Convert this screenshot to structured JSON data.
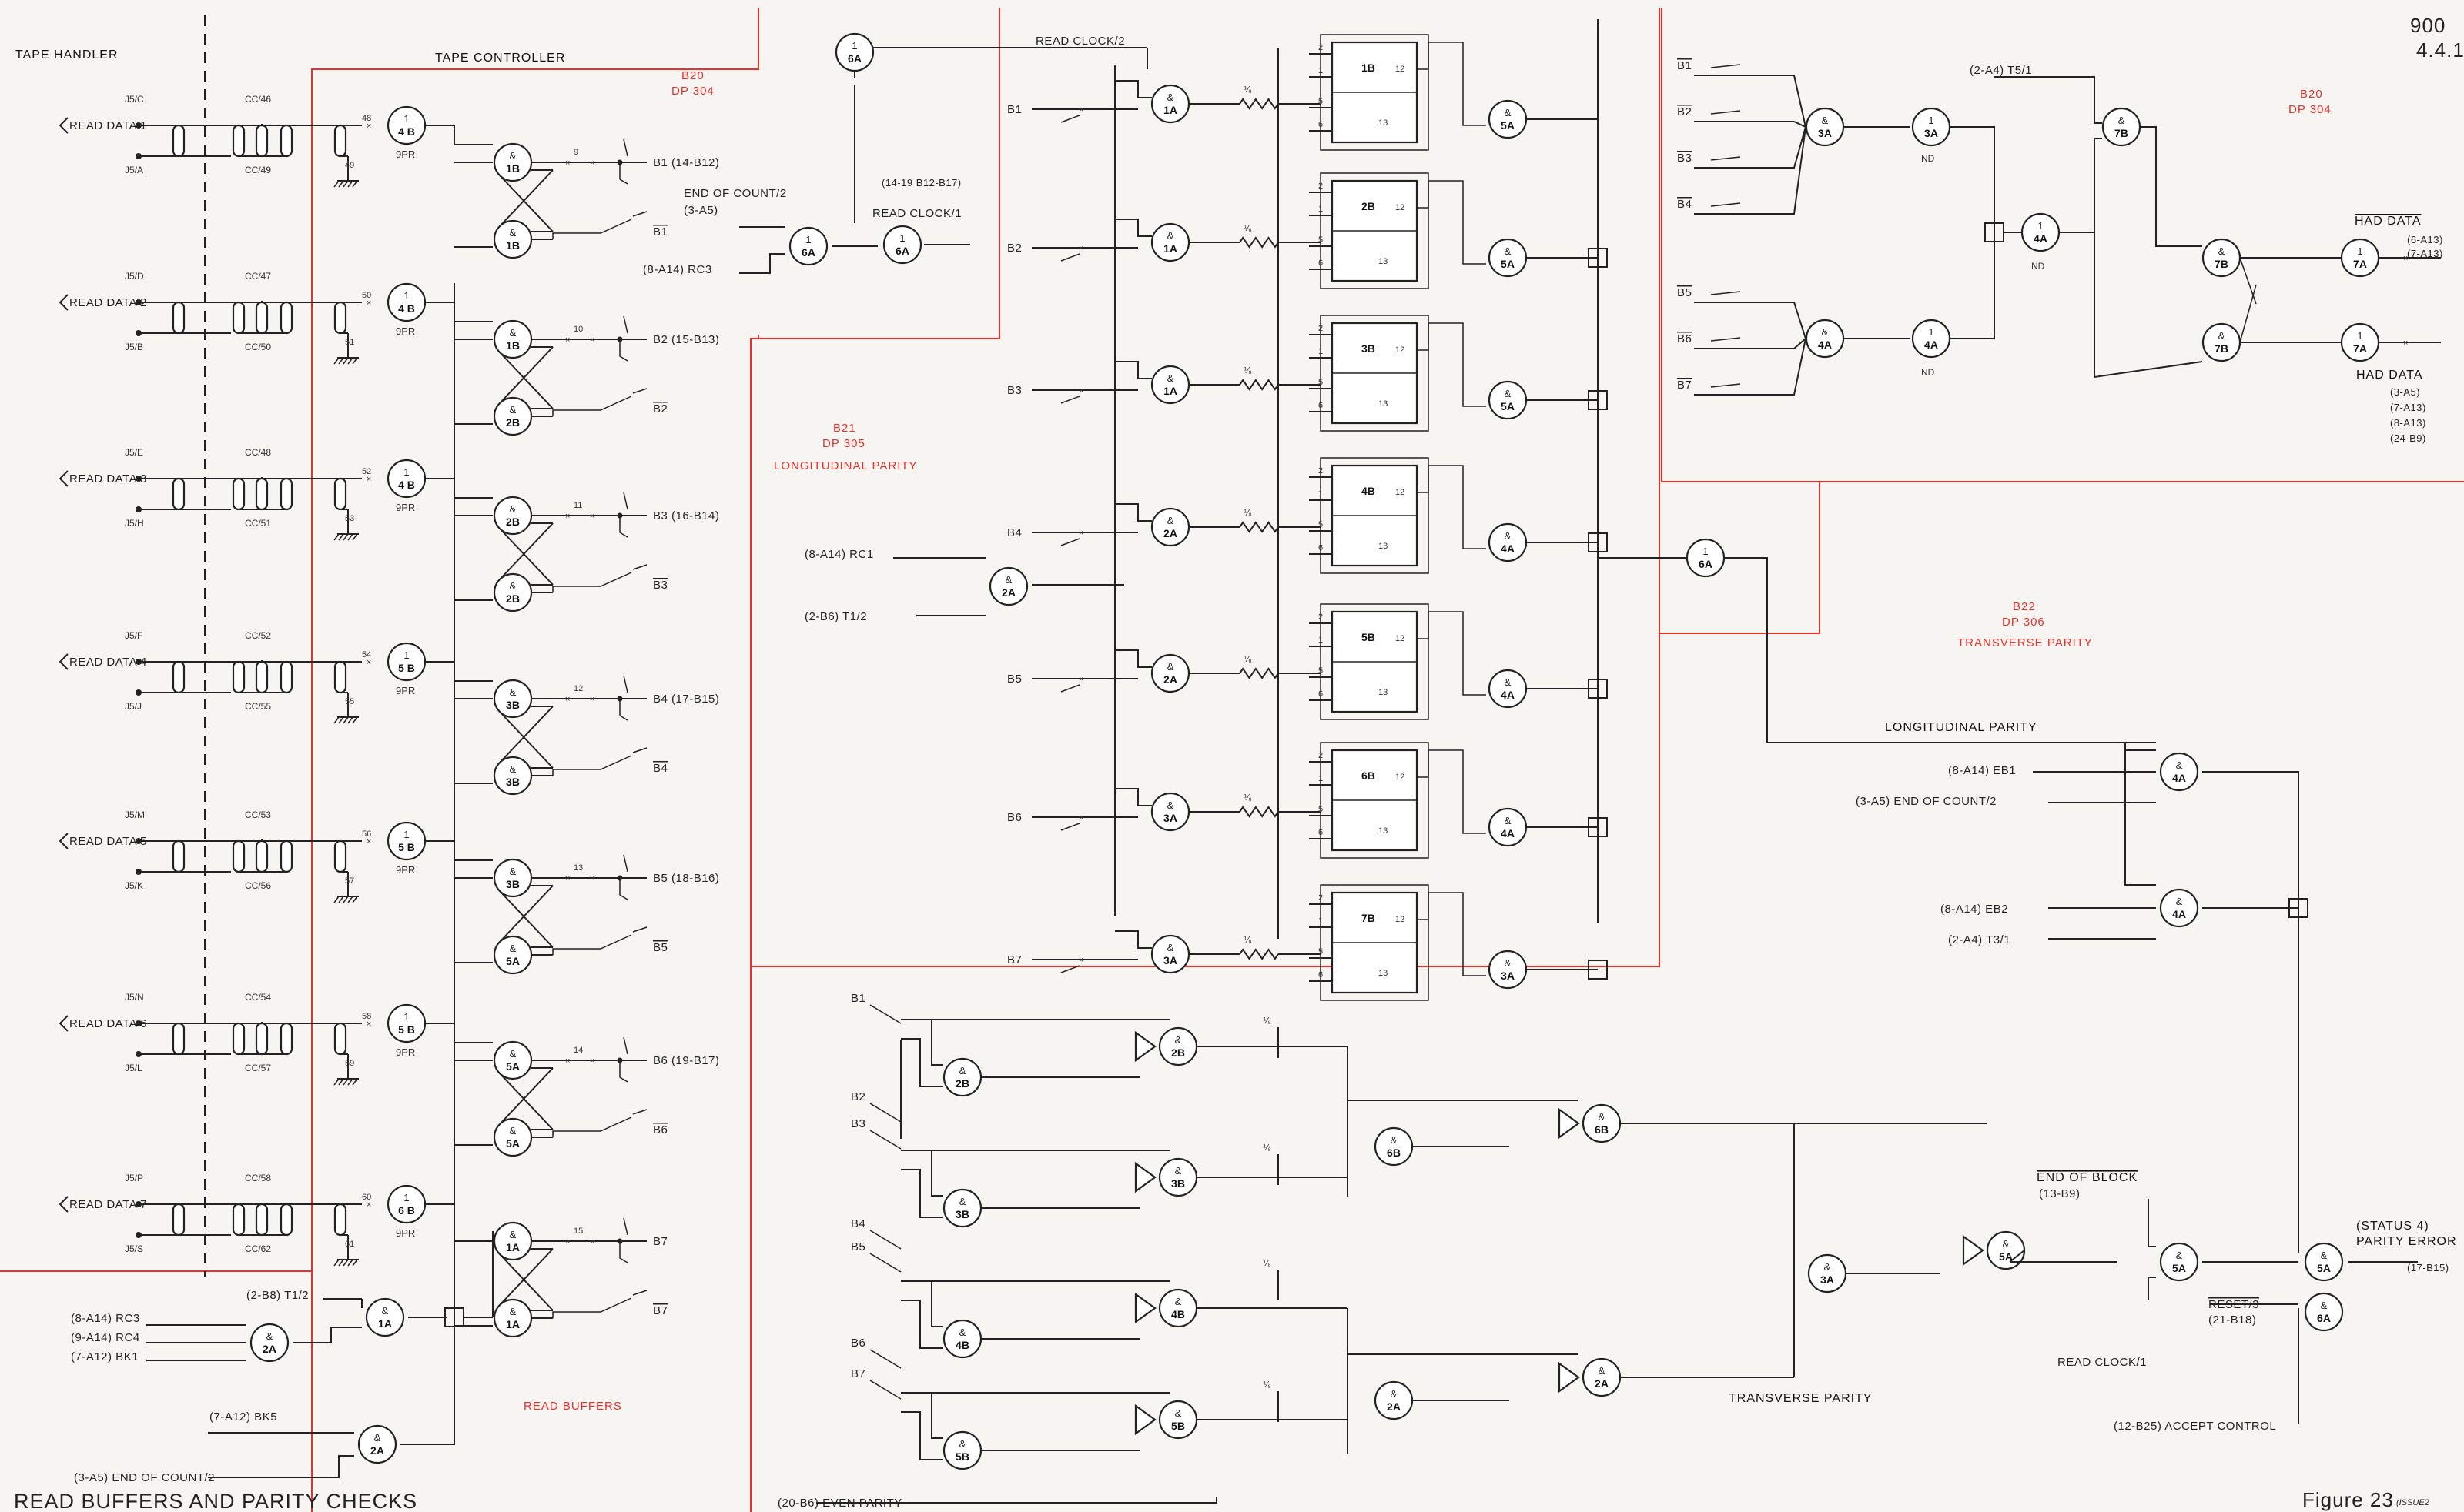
{
  "sheet": {
    "doc_number": "900",
    "doc_section": "4.4.1.",
    "title": "READ BUFFERS AND PARITY CHECKS",
    "figure": "Figure 23",
    "issue": "(ISSUE2"
  },
  "sections": {
    "tape_handler": "TAPE HANDLER",
    "tape_controller": "TAPE CONTROLLER",
    "read_buffers": "READ BUFFERS"
  },
  "boards": {
    "b20_a": {
      "name": "B20",
      "part": "DP 304"
    },
    "b20_b": {
      "name": "B20",
      "part": "DP 304"
    },
    "b21": {
      "name": "B21",
      "part": "DP 305",
      "title": "LONGITUDINAL PARITY"
    },
    "b22": {
      "name": "B22",
      "part": "DP 306",
      "title": "TRANSVERSE PARITY"
    }
  },
  "read_channels": [
    {
      "label": "READ DATA 1",
      "pin_top": "J5/C",
      "pin_bot": "J5/A",
      "cc_top": "CC/46",
      "cc_bot": "CC/49",
      "term_a": "48",
      "term_b": "49",
      "amp": "4 B",
      "out": "B1",
      "ref": "(14-B12)",
      "w": "9"
    },
    {
      "label": "READ DATA 2",
      "pin_top": "J5/D",
      "pin_bot": "J5/B",
      "cc_top": "CC/47",
      "cc_bot": "CC/50",
      "term_a": "50",
      "term_b": "51",
      "amp": "4 B",
      "out": "B2",
      "ref": "(15-B13)",
      "w": "10"
    },
    {
      "label": "READ DATA 3",
      "pin_top": "J5/E",
      "pin_bot": "J5/H",
      "cc_top": "CC/48",
      "cc_bot": "CC/51",
      "term_a": "52",
      "term_b": "53",
      "amp": "4 B",
      "out": "B3",
      "ref": "(16-B14)",
      "w": "11"
    },
    {
      "label": "READ DATA 4",
      "pin_top": "J5/F",
      "pin_bot": "J5/J",
      "cc_top": "CC/52",
      "cc_bot": "CC/55",
      "term_a": "54",
      "term_b": "55",
      "amp": "5 B",
      "out": "B4",
      "ref": "(17-B15)",
      "w": "12"
    },
    {
      "label": "READ DATA 5",
      "pin_top": "J5/M",
      "pin_bot": "J5/K",
      "cc_top": "CC/53",
      "cc_bot": "CC/56",
      "term_a": "56",
      "term_b": "57",
      "amp": "5 B",
      "out": "B5",
      "ref": "(18-B16)",
      "w": "13"
    },
    {
      "label": "READ DATA 6",
      "pin_top": "J5/N",
      "pin_bot": "J5/L",
      "cc_top": "CC/54",
      "cc_bot": "CC/57",
      "term_a": "58",
      "term_b": "59",
      "amp": "5 B",
      "out": "B6",
      "ref": "(19-B17)",
      "w": "14"
    },
    {
      "label": "READ DATA 7",
      "pin_top": "J5/P",
      "pin_bot": "J5/S",
      "cc_top": "CC/58",
      "cc_bot": "CC/62",
      "term_a": "60",
      "term_b": "61",
      "amp": "6 B",
      "out": "B7",
      "ref": "",
      "w": "15"
    }
  ],
  "amp_type": "9PR",
  "buffer_pairs": [
    [
      "1B",
      "1B"
    ],
    [
      "1B",
      "2B"
    ],
    [
      "2B",
      "2B"
    ],
    [
      "3B",
      "3B"
    ],
    [
      "3B",
      "5A"
    ],
    [
      "5A",
      "5A"
    ],
    [
      "1A",
      "1A"
    ]
  ],
  "left_signals": {
    "t1_2": "(2-B8) T1/2",
    "rc3": "(8-A14) RC3",
    "rc4": "(9-A14) RC4",
    "bk1": "(7-A12) BK1",
    "bk5": "(7-A12) BK5",
    "end_count": "(3-A5) END OF COUNT/2",
    "g1a": "1A",
    "g2a": "2A",
    "g2a_b": "2A"
  },
  "center_top": {
    "read_clock_2": "READ CLOCK/2",
    "end_count_2": "END OF COUNT/2",
    "end_count_ref": "(3-A5)",
    "rc3": "(8-A14) RC3",
    "read_clock_1": "READ CLOCK/1",
    "rc1_ref": "(14-19 B12-B17)",
    "g6a1": "6A",
    "g6a2": "6A",
    "g6a3": "6A"
  },
  "longitudinal": {
    "inputs": [
      "B1",
      "B2",
      "B3",
      "B4",
      "B5",
      "B6",
      "B7"
    ],
    "input_gates": [
      "1A",
      "1A",
      "1A",
      "2A",
      "2A",
      "3A",
      "3A"
    ],
    "flipflops": [
      "1B",
      "2B",
      "3B",
      "4B",
      "5B",
      "6B",
      "7B"
    ],
    "out_gates": [
      "5A",
      "5A",
      "5A",
      "4A",
      "4A",
      "4A",
      "3A"
    ],
    "rc1": "(8-A14) RC1",
    "t1_2": "(2-B6) T1/2",
    "rc_gate": "2A",
    "merge_gate": "6A"
  },
  "had_data": {
    "inputs_a": [
      "B1",
      "B2",
      "B3",
      "B4"
    ],
    "inputs_b": [
      "B5",
      "B6",
      "B7"
    ],
    "t5_1": "(2-A4) T5/1",
    "gates": [
      "3A",
      "3A",
      "4A",
      "4A",
      "4A",
      "7B",
      "7B",
      "7B",
      "7A",
      "7A"
    ],
    "nd": "ND",
    "had_data_bar": "HAD DATA",
    "had_bar_refs": [
      "(6-A13)",
      "(7-A13)"
    ],
    "had_data": "HAD DATA",
    "had_refs": [
      "(3-A5)",
      "(7-A13)",
      "(8-A13)",
      "(24-B9)"
    ]
  },
  "lp_check": {
    "title": "LONGITUDINAL PARITY",
    "eb1": "(8-A14) EB1",
    "end_count": "(3-A5) END OF COUNT/2",
    "eb2": "(8-A14) EB2",
    "t3_1": "(2-A4) T3/1",
    "gate": "4A"
  },
  "transverse": {
    "inputs": [
      "B1",
      "B2",
      "B3",
      "B4",
      "B5",
      "B6",
      "B7"
    ],
    "stage1": [
      "2B",
      "3B",
      "4B",
      "5B"
    ],
    "xor1": [
      "2B",
      "3B",
      "4B",
      "5B"
    ],
    "stage2": [
      "6B",
      "2A"
    ],
    "xor2": [
      "6B",
      "2A"
    ],
    "stage3": "3A",
    "xor3": "5A",
    "even_parity": "(20-B6) EVEN PARITY",
    "label": "TRANSVERSE PARITY"
  },
  "status": {
    "end_of_block": "END OF BLOCK",
    "eob_ref": "(13-B9)",
    "read_clock": "READ CLOCK/1",
    "status4": "(STATUS 4)",
    "parity_error": "PARITY ERROR",
    "pe_ref": "(17-B15)",
    "reset": "RESET/3",
    "reset_ref": "(21-B18)",
    "accept": "(12-B25) ACCEPT CONTROL",
    "gate_5a": "5A",
    "gate_5a_b": "5A",
    "gate_6a": "6A"
  }
}
